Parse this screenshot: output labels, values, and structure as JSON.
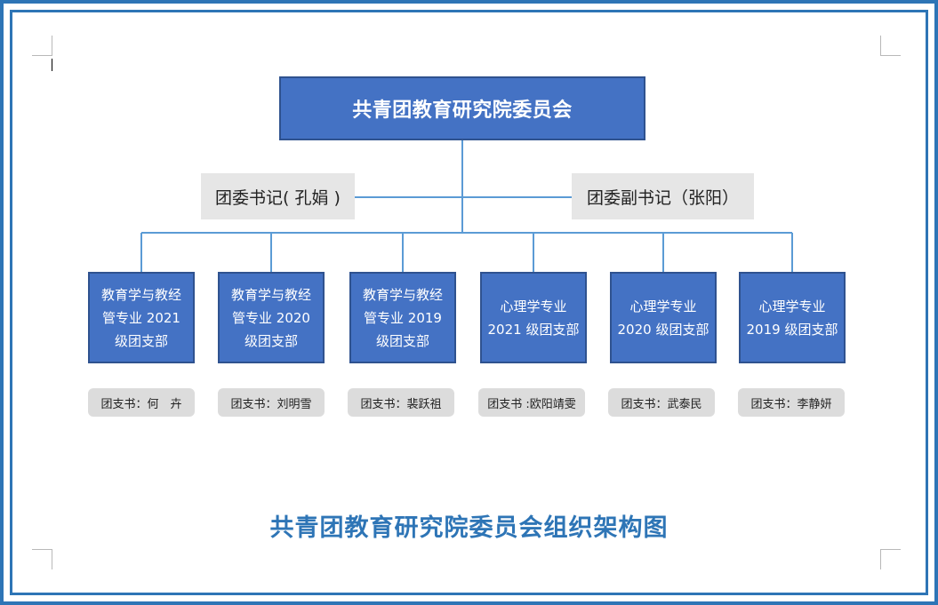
{
  "org": {
    "title": "共青团教育研究院委员会",
    "secretary": "团委书记( 孔娟 )",
    "deputy_secretary": "团委副书记（张阳）",
    "branches": [
      {
        "name": "教育学与教经管专业 2021 级团支部",
        "leader": "团支书：何　卉"
      },
      {
        "name": "教育学与教经管专业 2020 级团支部",
        "leader": "团支书：刘明雪"
      },
      {
        "name": "教育学与教经管专业 2019 级团支部",
        "leader": "团支书：裴跃祖"
      },
      {
        "name": "心理学专业 2021 级团支部",
        "leader": "团支书 :欧阳靖雯"
      },
      {
        "name": "心理学专业 2020 级团支部",
        "leader": "团支书：武泰民"
      },
      {
        "name": "心理学专业 2019 级团支部",
        "leader": "团支书：李静妍"
      }
    ]
  },
  "footer": {
    "title": "共青团教育研究院委员会组织架构图"
  },
  "colors": {
    "box_fill": "#4472c4",
    "box_border": "#2f528f",
    "frame": "#2e75b6",
    "connector": "#5b9bd5"
  }
}
